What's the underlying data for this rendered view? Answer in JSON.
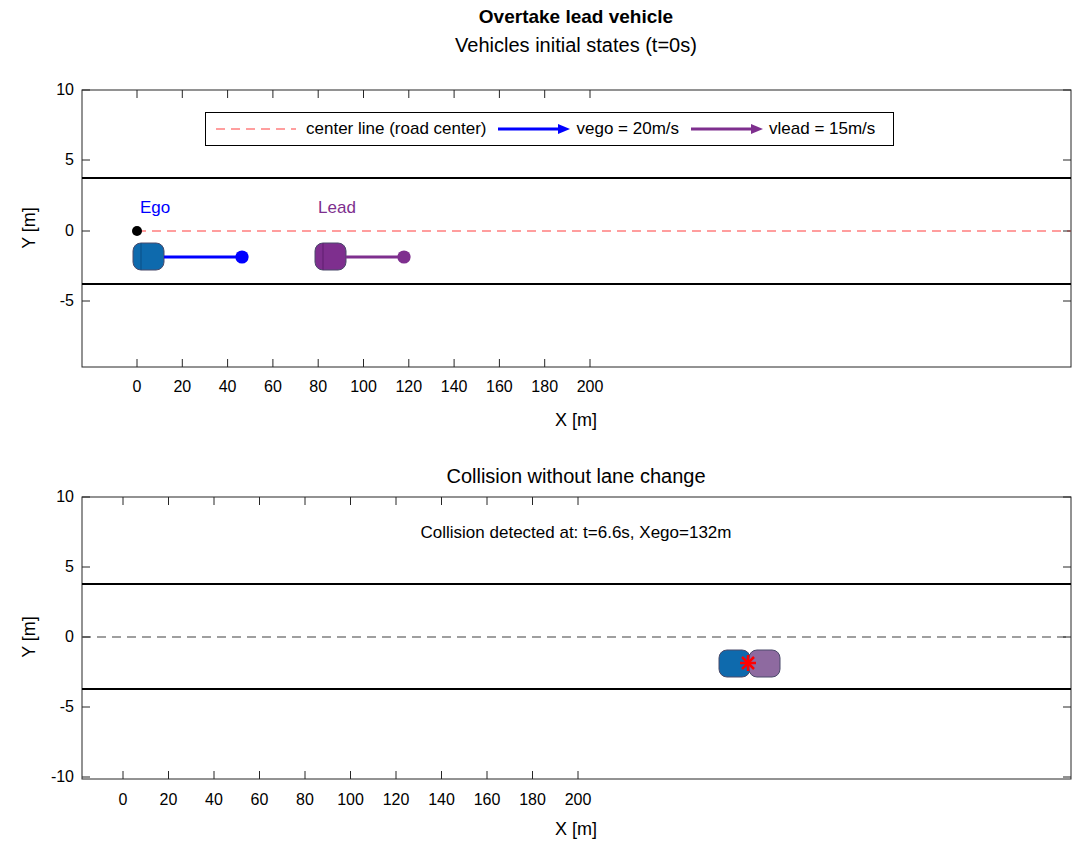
{
  "diagram": {
    "title": "Overtake lead vehicle",
    "labels": [
      "Vehicles initial states (t=0s)",
      "Ego",
      "Lead",
      "10",
      "5",
      "0",
      "-5",
      "0",
      "20",
      "40",
      "60",
      "80",
      "100",
      "120",
      "140",
      "160",
      "180",
      "200",
      "Y [m]",
      "X [m]",
      "Collision without lane change",
      "Collision detected at: t=6.6s, Xego=132m",
      "10",
      "5",
      "0",
      "-5",
      "-10",
      "0",
      "20",
      "40",
      "60",
      "80",
      "100",
      "120",
      "140",
      "160",
      "180",
      "200",
      "Y [m]",
      "X [m]"
    ],
    "legend": [
      {
        "text": "center line (road center)"
      },
      {
        "text": "vego = 20m/s"
      },
      {
        "text": "vlead = 15m/s"
      }
    ]
  }
}
